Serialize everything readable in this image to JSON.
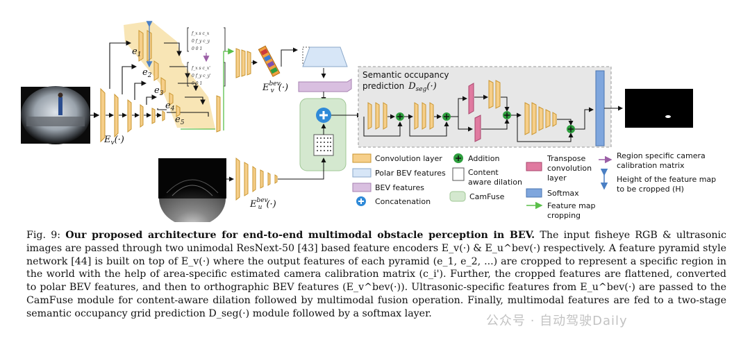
{
  "diagram": {
    "seg_box_title_line1": "Semantic occupancy",
    "seg_box_title_line2": "prediction",
    "seg_box_math": "D",
    "seg_box_math_sub": "seg",
    "seg_box_math_tail": "(·)",
    "encoder_rgb": "E",
    "encoder_rgb_sub": "v",
    "encoder_rgb_tail": "(·)",
    "encoder_bev": "E",
    "encoder_bev_sub": "v",
    "encoder_bev_sup": "bev",
    "encoder_bev_tail": "(·)",
    "encoder_us": "E",
    "encoder_us_sub": "u",
    "encoder_us_sup": "bev",
    "encoder_us_tail": "(·)",
    "pyramid_labels": [
      "e1",
      "e2",
      "e3",
      "e4",
      "e5"
    ],
    "matrix_top": [
      "f_x  s  c_x",
      "0  f_y  c_y",
      "0  0  1"
    ],
    "matrix_bottom": [
      "f_x  s  c_x'",
      "0  f_y  c_y'",
      "0  0  1"
    ]
  },
  "legend": {
    "col1": [
      "Convolution layer",
      "Polar BEV features",
      "BEV features",
      "Concatenation"
    ],
    "col2": [
      "Addition",
      "Content",
      "aware dilation",
      "CamFuse"
    ],
    "col3": [
      "Transpose",
      "convolution",
      "layer",
      "Softmax",
      "Feature map",
      "cropping"
    ],
    "col4": [
      "Region specific camera",
      "calibration matrix",
      "Height of the feature map",
      "to be cropped (H)"
    ]
  },
  "colors": {
    "conv": "#f6cf8a",
    "conv_edge": "#c9952f",
    "polar_bev": "#d7e6f7",
    "bev": "#d9bfe0",
    "transpose": "#e07aa0",
    "softmax": "#7fa6dd",
    "camfuse": "#d4e8cf",
    "crop_region": "#f7e0a8",
    "addition": "#2e9e3e",
    "concat": "#2f8ad8",
    "arrow_green": "#5bbf4a",
    "arrow_purple": "#9b5fa6",
    "arrow_blue": "#4a7fc4"
  },
  "caption": {
    "fig_label": "Fig. 9:",
    "title": "Our proposed architecture for end-to-end multimodal obstacle perception in BEV.",
    "text": " The input fisheye RGB & ultrasonic images are passed through two unimodal ResNext-50 [43] based feature encoders E_v(·) & E_u^bev(·) respectively. A feature pyramid style network [44] is built on top of E_v(·) where the output features of each pyramid (e_1, e_2, ...) are cropped to represent a specific region in the world with the help of area-specific estimated camera calibration matrix (c_i'). Further, the cropped features are flattened, converted to polar BEV features, and then to orthographic BEV features (E_v^bev(·)). Ultrasonic-specific features from E_u^bev(·) are passed to the CamFuse module for content-aware dilation followed by multimodal fusion operation. Finally, multimodal features are fed to a two-stage semantic occupancy grid prediction D_seg(·) module followed by a softmax layer."
  },
  "watermark": "公众号 · 自动驾驶Daily"
}
